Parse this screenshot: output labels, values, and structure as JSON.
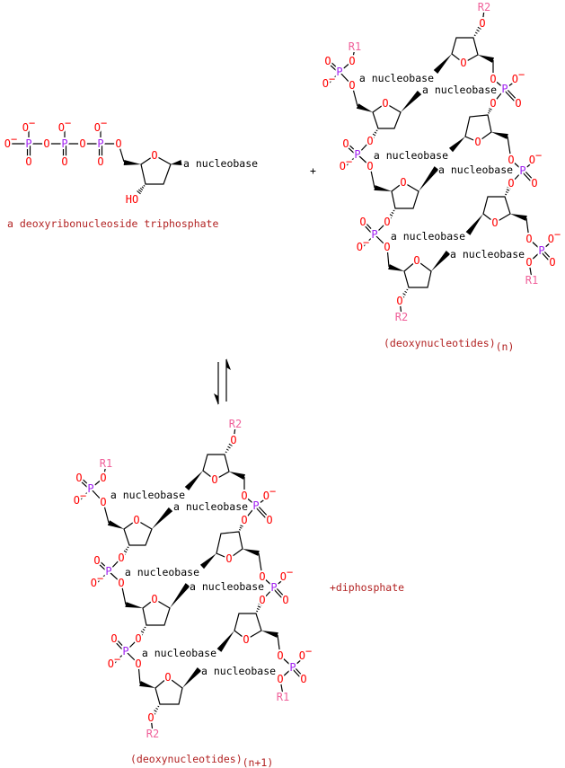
{
  "atoms": {
    "oxygen": "O",
    "phosphorus": "P",
    "charge": "−",
    "r1": "R1",
    "r2": "R2",
    "hydroxyl": "HO"
  },
  "labels": {
    "nucleobase": "a nucleobase",
    "reactant1": "a deoxyribonucleoside triphosphate",
    "plus": "+",
    "reactant2": "(deoxynucleotides)",
    "reactant2_sub": "(n)",
    "product1": "(deoxynucleotides)",
    "product1_sub": "(n+1)",
    "product2": "+diphosphate"
  },
  "colors": {
    "oxygen": "#ff0000",
    "phosphorus": "#a020f0",
    "rgroup": "#f0609a",
    "name": "#b22222",
    "bond": "#000000"
  }
}
